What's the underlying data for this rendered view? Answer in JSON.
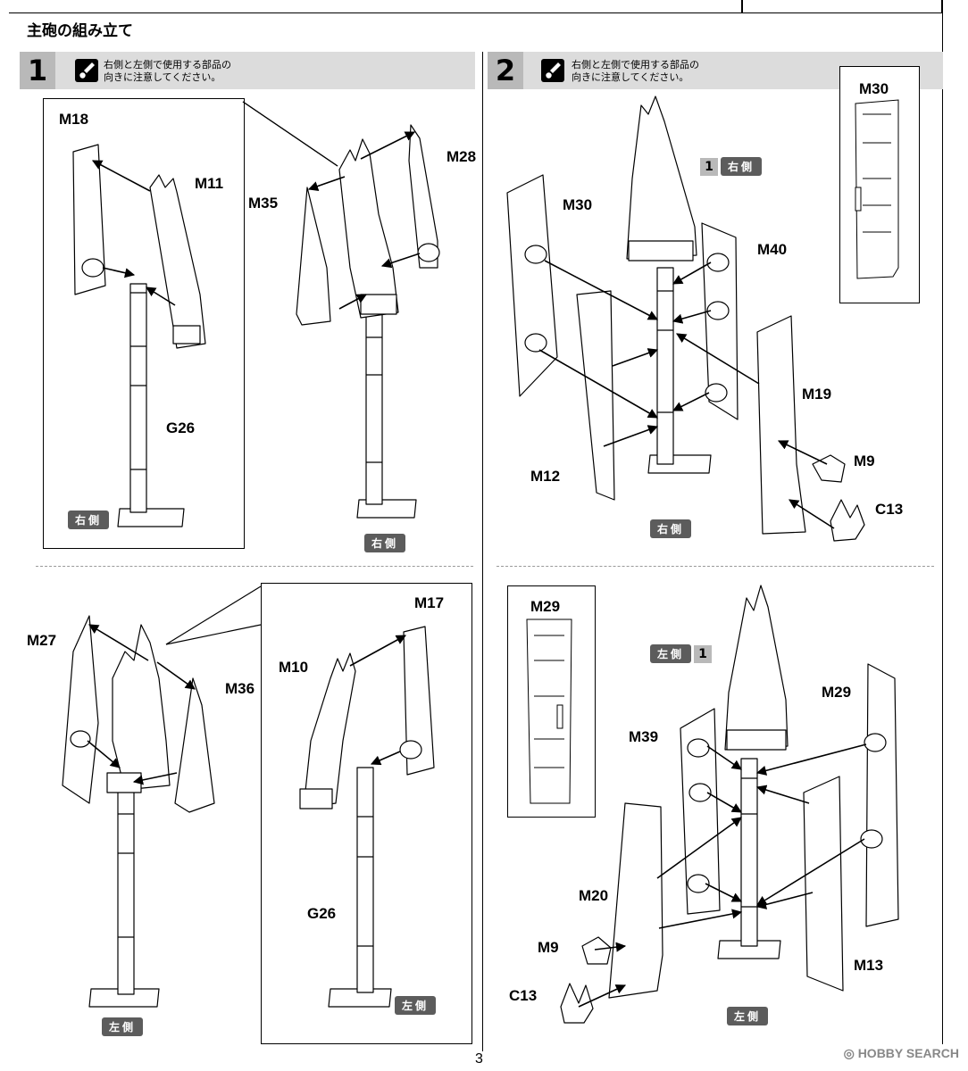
{
  "section_title": "主砲の組み立て",
  "steps": [
    {
      "number": "1",
      "note_line1": "右側と左側で使用する部品の",
      "note_line2": "向きに注意してください。"
    },
    {
      "number": "2",
      "note_line1": "右側と左側で使用する部品の",
      "note_line2": "向きに注意してください。"
    }
  ],
  "side_labels": {
    "right": "右側",
    "left": "左側"
  },
  "ref_step": "1",
  "parts": {
    "m18": "M18",
    "m11": "M11",
    "m35": "M35",
    "m28": "M28",
    "g26": "G26",
    "m27": "M27",
    "m36": "M36",
    "m10": "M10",
    "m17": "M17",
    "m30": "M30",
    "m40": "M40",
    "m19": "M19",
    "m12": "M12",
    "m9": "M9",
    "c13": "C13",
    "m29": "M29",
    "m39": "M39",
    "m20": "M20",
    "m13": "M13"
  },
  "page_number": "3",
  "watermark": "HOBBY SEARCH",
  "colors": {
    "step_bg": "#dcdcdc",
    "step_num_bg": "#b9b9b9",
    "badge_bg": "#5c5c5c",
    "line": "#000000"
  },
  "icons": {
    "note": "brush-note-icon",
    "watermark_logo": "hobby-search-logo-icon"
  }
}
